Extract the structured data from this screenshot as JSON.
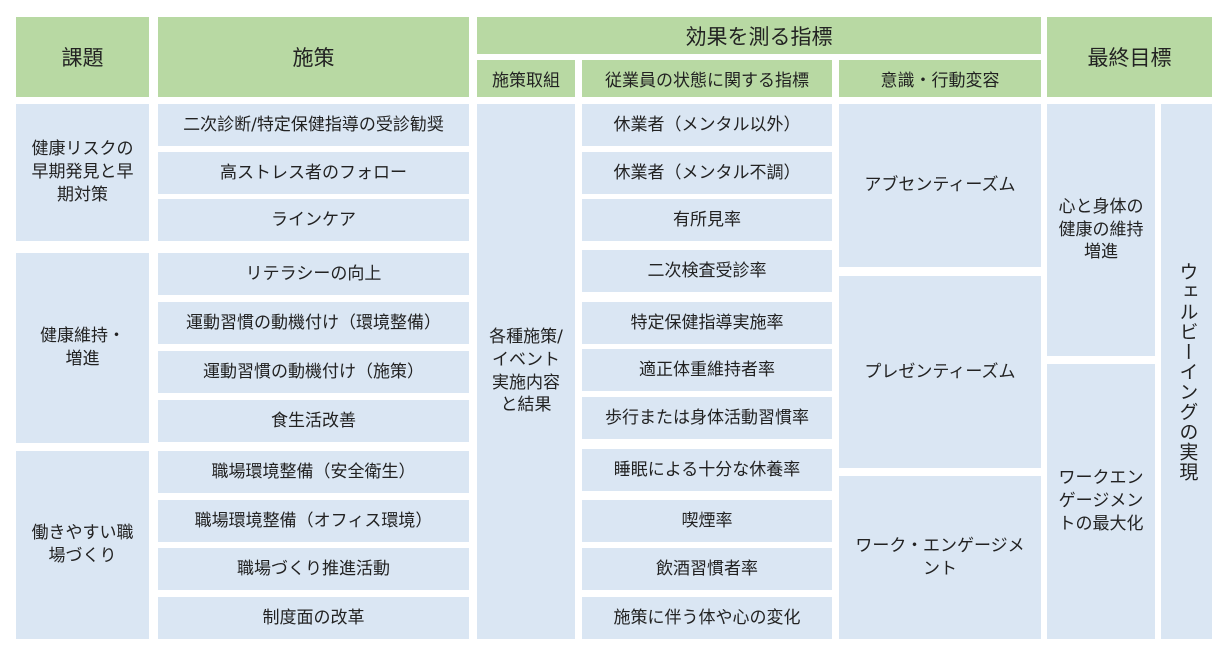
{
  "headers": {
    "issue": "課題",
    "measure": "施策",
    "indicator": "効果を測る指標",
    "final_goal": "最終目標",
    "sub_initiative": "施策取組",
    "sub_employee_state": "従業員の状態に関する指標",
    "sub_awareness": "意識・行動変容"
  },
  "issues": [
    "健康リスクの早期発見と早期対策",
    "健康維持・増進",
    "働きやすい職場づくり"
  ],
  "measures": [
    "二次診断/特定保健指導の受診勧奨",
    "高ストレス者のフォロー",
    "ラインケア",
    "リテラシーの向上",
    "運動習慣の動機付け（環境整備）",
    "運動習慣の動機付け（施策）",
    "食生活改善",
    "職場環境整備（安全衛生）",
    "職場環境整備（オフィス環境）",
    "職場づくり推進活動",
    "制度面の改革"
  ],
  "initiative": "各種施策/イベント実施内容と結果",
  "employee_indicators": [
    "休業者（メンタル以外）",
    "休業者（メンタル不調）",
    "有所見率",
    "二次検査受診率",
    "特定保健指導実施率",
    "適正体重維持者率",
    "歩行または身体活動習慣率",
    "睡眠による十分な休養率",
    "喫煙率",
    "飲酒習慣者率",
    "施策に伴う体や心の変化"
  ],
  "awareness": [
    "アブセンティーズム",
    "プレゼンティーズム",
    "ワーク・エンゲージメント"
  ],
  "goals": [
    "心と身体の健康の維持増進",
    "ワークエンゲージメントの最大化"
  ],
  "ultimate_goal": "ウェルビーイングの実現"
}
